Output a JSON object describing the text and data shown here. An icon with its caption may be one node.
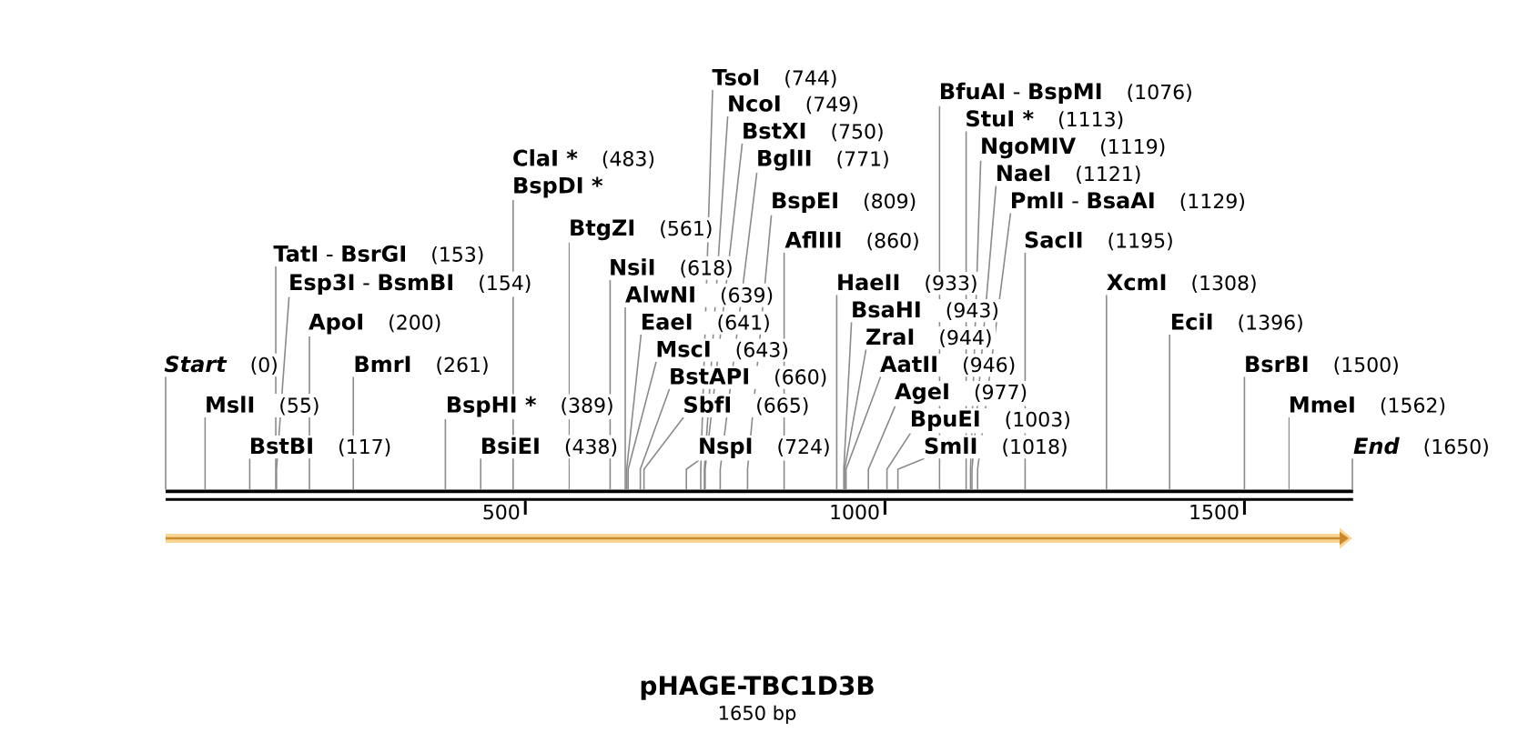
{
  "diagram": {
    "title": "pHAGE-TBC1D3B",
    "nodes": [
      {
        "text": [
          "Start",
          "(0)"
        ]
      },
      {
        "text": [
          "MslI",
          "(55)"
        ]
      },
      {
        "text": [
          "BstBI",
          "(117)"
        ]
      },
      {
        "text": [
          "**TatI** - **BsrGI**",
          "(153)"
        ]
      },
      {
        "text": [
          "**Esp3I** - **BsmBI**",
          "(154)"
        ]
      },
      {
        "text": [
          "ApoI",
          "(200)"
        ]
      },
      {
        "text": [
          "BmrI",
          "(261)"
        ]
      },
      {
        "text": [
          "BspHI *",
          "(389)"
        ]
      },
      {
        "text": [
          "BsiEI",
          "(438)"
        ]
      },
      {
        "text": [
          "ClaI *",
          "(483)",
          "BspDI *"
        ]
      },
      {
        "text": [
          "BtgZI",
          "(561)"
        ]
      },
      {
        "text": [
          "NsiI",
          "(618)"
        ]
      },
      {
        "text": [
          "AlwNI",
          "(639)"
        ]
      },
      {
        "text": [
          "EaeI",
          "(641)"
        ]
      },
      {
        "text": [
          "MscI",
          "(643)"
        ]
      },
      {
        "text": [
          "BstAPI",
          "(660)"
        ]
      },
      {
        "text": [
          "SbfI",
          "(665)"
        ]
      },
      {
        "text": [
          "NspI",
          "(724)"
        ]
      },
      {
        "text": [
          "TsoI",
          "(744)"
        ]
      },
      {
        "text": [
          "NcoI",
          "(749)"
        ]
      },
      {
        "text": [
          "BstXI",
          "(750)"
        ]
      },
      {
        "text": [
          "BglII",
          "(771)"
        ]
      },
      {
        "text": [
          "BspEI",
          "(809)"
        ]
      },
      {
        "text": [
          "AflIII",
          "(860)"
        ]
      },
      {
        "text": [
          "HaeII",
          "(933)"
        ]
      },
      {
        "text": [
          "BsaHI",
          "(943)"
        ]
      },
      {
        "text": [
          "ZraI",
          "(944)"
        ]
      },
      {
        "text": [
          "AatII",
          "(946)"
        ]
      },
      {
        "text": [
          "AgeI",
          "(977)"
        ]
      },
      {
        "text": [
          "BpuEI",
          "(1003)"
        ]
      },
      {
        "text": [
          "SmlI",
          "(1018)"
        ]
      },
      {
        "text": [
          "**BfuAI** - **BspMI**",
          "(1076)"
        ]
      },
      {
        "text": [
          "StuI *",
          "(1113)"
        ]
      },
      {
        "text": [
          "NgoMIV",
          "(1119)"
        ]
      },
      {
        "text": [
          "NaeI",
          "(1121)"
        ]
      },
      {
        "text": [
          "**PmlI** - **BsaAI**",
          "(1129)"
        ]
      },
      {
        "text": [
          "SacII",
          "(1195)"
        ]
      },
      {
        "text": [
          "XcmI",
          "(1308)"
        ]
      },
      {
        "text": [
          "EciI",
          "(1396)"
        ]
      },
      {
        "text": [
          "BsrBI",
          "(1500)"
        ]
      },
      {
        "text": [
          "MmeI",
          "(1562)"
        ]
      },
      {
        "text": [
          "End",
          "(1650)"
        ]
      },
      {
        "text": [],
        "shape": "bar"
      }
    ],
    "edges": [
      {
        "from": 0,
        "to": 42,
        "arrow": "none"
      },
      {
        "from": 1,
        "to": 42,
        "arrow": "none"
      },
      {
        "from": 2,
        "to": 42,
        "arrow": "none"
      },
      {
        "from": 3,
        "to": 42,
        "arrow": "none"
      },
      {
        "from": 4,
        "to": 42,
        "arrow": "none"
      },
      {
        "from": 5,
        "to": 42,
        "arrow": "none"
      },
      {
        "from": 6,
        "to": 42,
        "arrow": "none"
      },
      {
        "from": 7,
        "to": 42,
        "arrow": "none"
      },
      {
        "from": 8,
        "to": 42,
        "arrow": "none"
      },
      {
        "from": 9,
        "to": 42,
        "arrow": "none"
      },
      {
        "from": 10,
        "to": 42,
        "arrow": "none"
      },
      {
        "from": 11,
        "to": 42,
        "arrow": "none"
      },
      {
        "from": 12,
        "to": 42,
        "arrow": "none"
      },
      {
        "from": 13,
        "to": 42,
        "arrow": "none"
      },
      {
        "from": 14,
        "to": 42,
        "arrow": "none"
      },
      {
        "from": 15,
        "to": 42,
        "arrow": "none"
      },
      {
        "from": 16,
        "to": 42,
        "arrow": "none"
      },
      {
        "from": 17,
        "to": 42,
        "arrow": "none"
      },
      {
        "from": 18,
        "to": 42,
        "arrow": "none"
      },
      {
        "from": 19,
        "to": 42,
        "arrow": "none"
      },
      {
        "from": 20,
        "to": 42,
        "arrow": "none"
      },
      {
        "from": 21,
        "to": 42,
        "arrow": "none"
      },
      {
        "from": 22,
        "to": 42,
        "arrow": "none"
      },
      {
        "from": 23,
        "to": 42,
        "arrow": "none"
      },
      {
        "from": 24,
        "to": 42,
        "arrow": "none"
      },
      {
        "from": 25,
        "to": 42,
        "arrow": "none"
      },
      {
        "from": 26,
        "to": 42,
        "arrow": "none"
      },
      {
        "from": 27,
        "to": 42,
        "arrow": "none"
      },
      {
        "from": 28,
        "to": 42,
        "arrow": "none"
      },
      {
        "from": 29,
        "to": 42,
        "arrow": "none"
      },
      {
        "from": 30,
        "to": 42,
        "arrow": "none"
      },
      {
        "from": 31,
        "to": 42,
        "arrow": "none"
      },
      {
        "from": 32,
        "to": 42,
        "arrow": "none"
      },
      {
        "from": 33,
        "to": 42,
        "arrow": "none"
      },
      {
        "from": 34,
        "to": 42,
        "arrow": "none"
      },
      {
        "from": 35,
        "to": 42,
        "arrow": "none"
      },
      {
        "from": 36,
        "to": 42,
        "arrow": "none"
      },
      {
        "from": 37,
        "to": 42,
        "arrow": "none"
      },
      {
        "from": 38,
        "to": 42,
        "arrow": "none"
      },
      {
        "from": 39,
        "to": 42,
        "arrow": "none"
      },
      {
        "from": 40,
        "to": 42,
        "arrow": "none"
      },
      {
        "from": 41,
        "to": 42,
        "arrow": "none"
      }
    ],
    "labels": [
      "500",
      "1000",
      "1500",
      "1650 bp"
    ]
  }
}
